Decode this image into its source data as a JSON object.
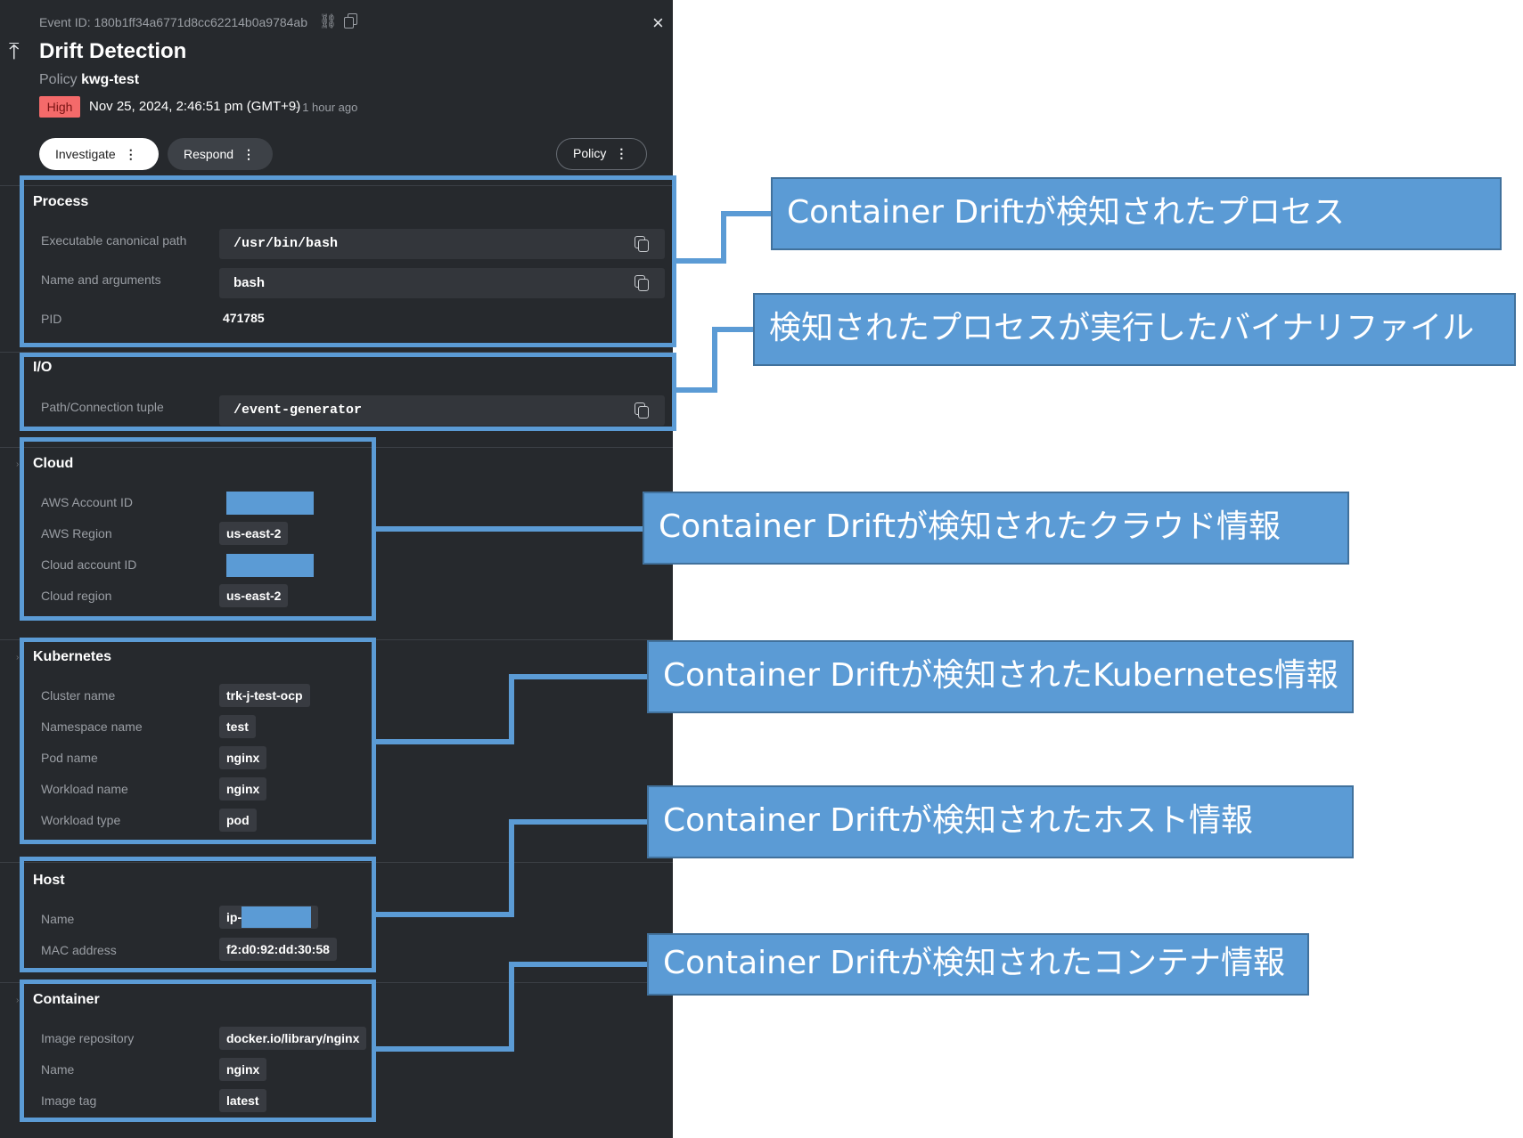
{
  "header": {
    "event_id": "Event ID: 180b1ff34a6771d8cc62214b0a9784ab",
    "title": "Drift Detection",
    "policy_label": "Policy",
    "policy_value": "kwg-test",
    "severity": "High",
    "timestamp": "Nov 25, 2024, 2:46:51 pm (GMT+9)",
    "relative_time": "~ 1 hour ago",
    "close_glyph": "×",
    "drift_glyph": "⤒"
  },
  "actions": {
    "investigate": "Investigate",
    "respond": "Respond",
    "policy": "Policy",
    "more_glyph": "⋮"
  },
  "process": {
    "title": "Process",
    "exe_label": "Executable canonical path",
    "exe_value": "/usr/bin/bash",
    "args_label": "Name and arguments",
    "args_value": "bash",
    "pid_label": "PID",
    "pid_value": "471785"
  },
  "io": {
    "title": "I/O",
    "path_label": "Path/Connection tuple",
    "path_value": "/event-generator"
  },
  "cloud": {
    "title": "Cloud",
    "aws_account_label": "AWS Account ID",
    "aws_region_label": "AWS Region",
    "aws_region_value": "us-east-2",
    "cloud_account_label": "Cloud account ID",
    "cloud_region_label": "Cloud region",
    "cloud_region_value": "us-east-2"
  },
  "kubernetes": {
    "title": "Kubernetes",
    "cluster_label": "Cluster name",
    "cluster_value": "trk-j-test-ocp",
    "namespace_label": "Namespace name",
    "namespace_value": "test",
    "pod_label": "Pod name",
    "pod_value": "nginx",
    "workload_label": "Workload name",
    "workload_value": "nginx",
    "workload_type_label": "Workload type",
    "workload_type_value": "pod"
  },
  "host": {
    "title": "Host",
    "name_label": "Name",
    "name_prefix": "ip-",
    "mac_label": "MAC address",
    "mac_value": "f2:d0:92:dd:30:58"
  },
  "container": {
    "title": "Container",
    "image_repo_label": "Image repository",
    "image_repo_value": "docker.io/library/nginx",
    "name_label": "Name",
    "name_value": "nginx",
    "image_tag_label": "Image tag",
    "image_tag_value": "latest"
  },
  "callouts": {
    "process": "Container Driftが検知されたプロセス",
    "io": "検知されたプロセスが実行したバイナリファイル",
    "cloud": "Container Driftが検知されたクラウド情報",
    "kubernetes": "Container Driftが検知されたKubernetes情報",
    "host": "Container Driftが検知されたホスト情報",
    "container": "Container Driftが検知されたコンテナ情報"
  },
  "colors": {
    "panel_bg": "#26292d",
    "annotation_blue": "#5b9bd5",
    "severity_high": "#f46a6a"
  }
}
